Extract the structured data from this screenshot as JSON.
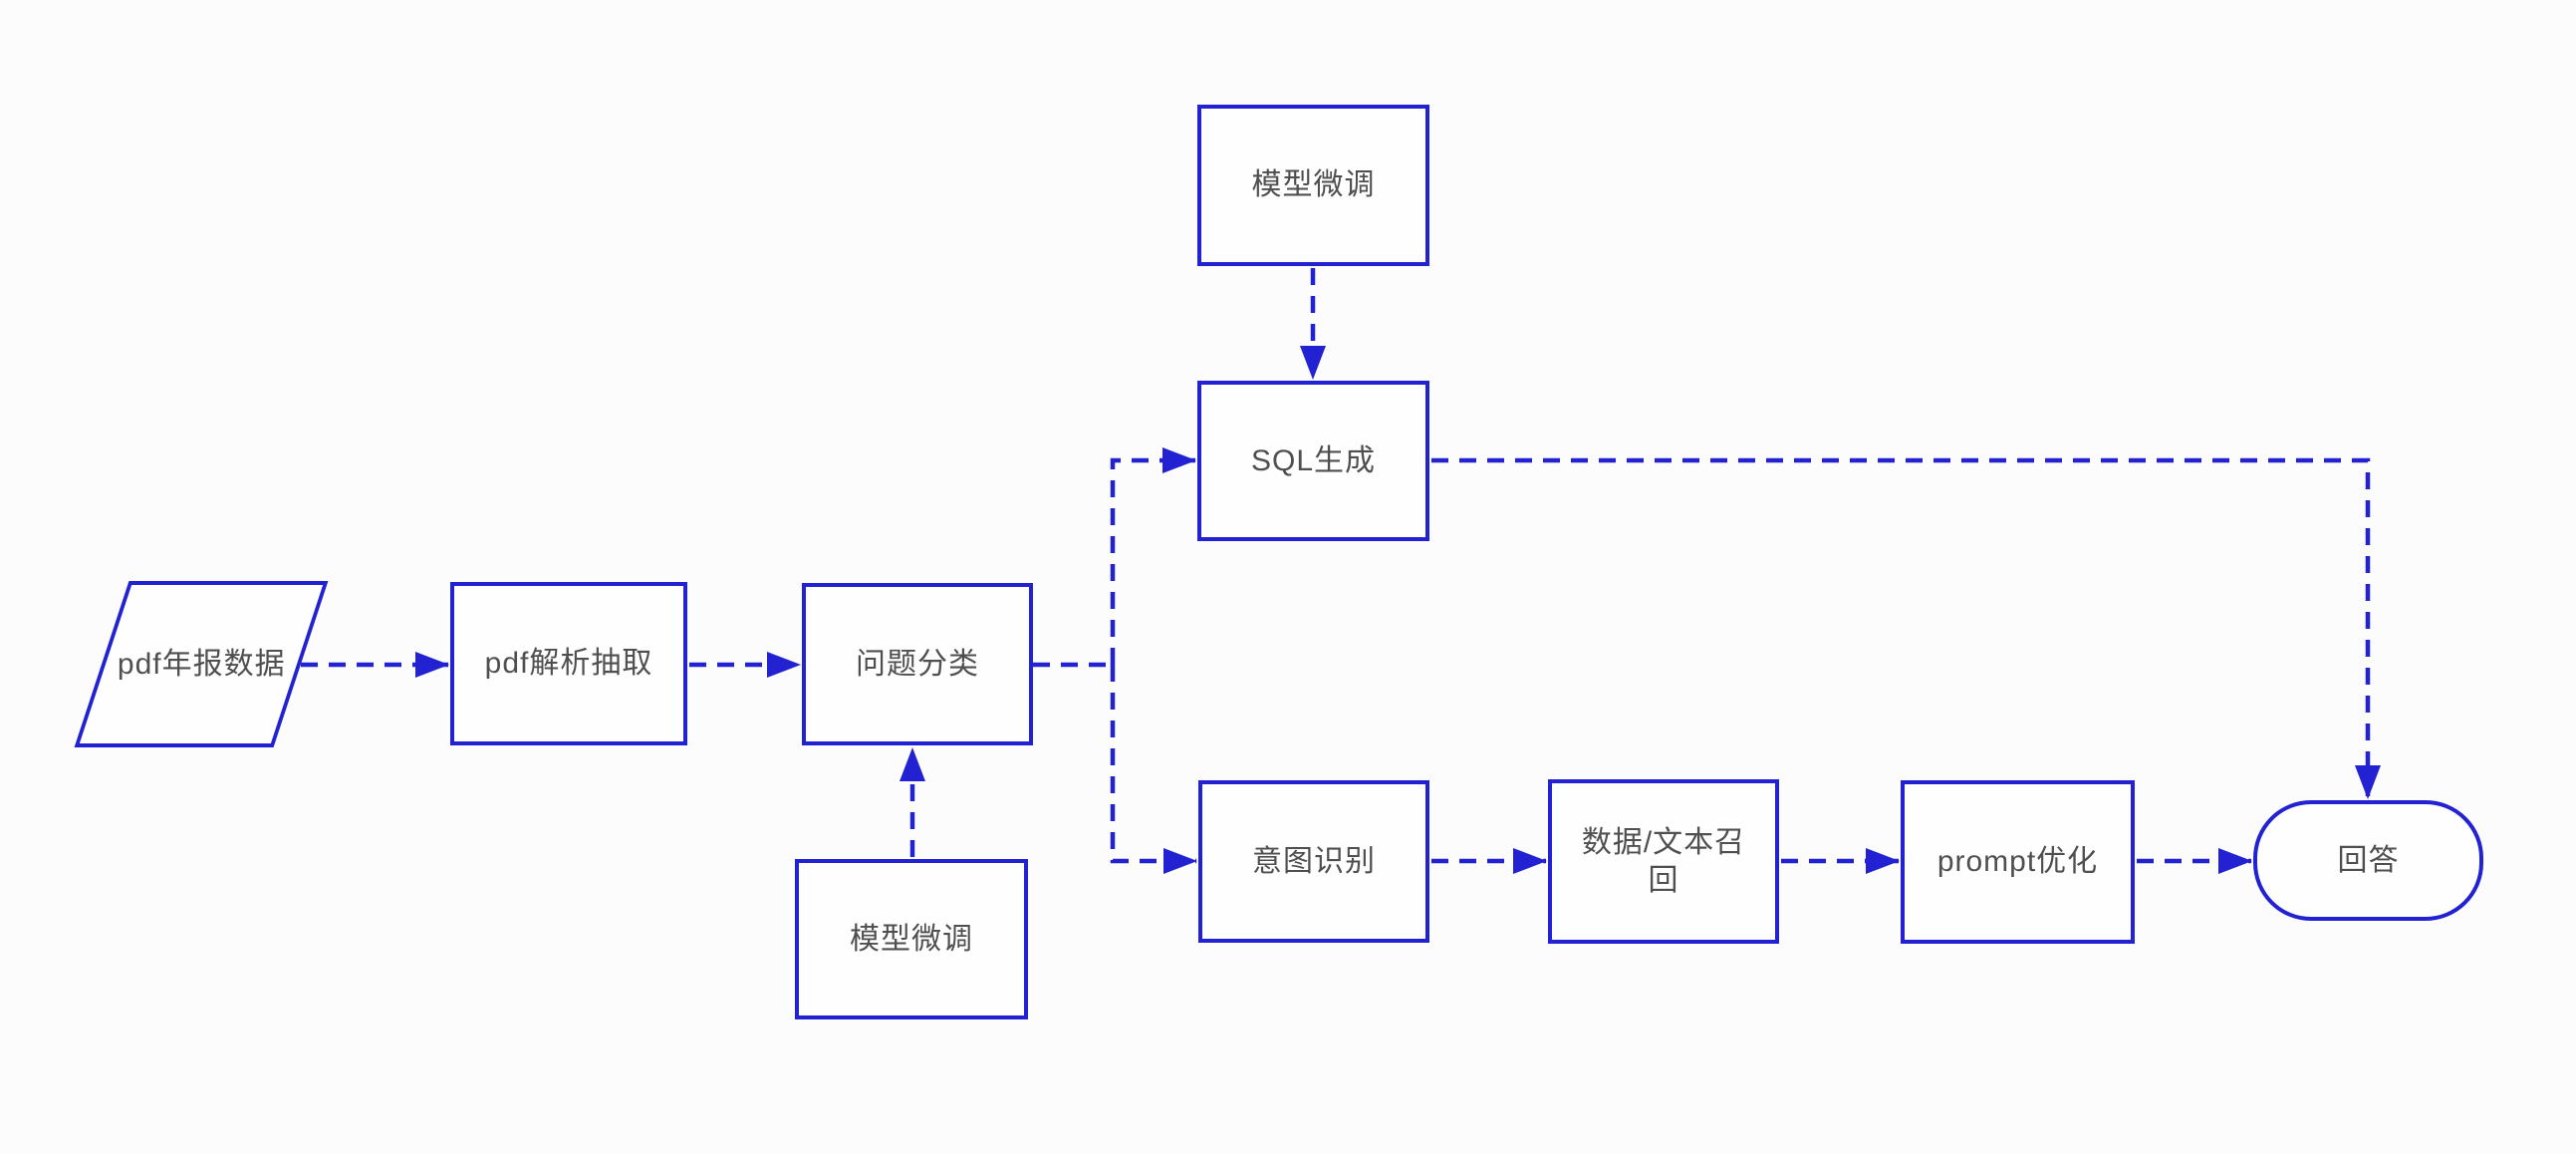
{
  "diagram": {
    "type": "flowchart",
    "colors": {
      "edge_blue": "#2222d2",
      "node_border_blue": "#2222d2",
      "label_gray": "#4f4f4f",
      "background": "#fcfcfc"
    },
    "nodes": [
      {
        "id": "pdf-source",
        "label": "pdf年报数据",
        "shape": "parallelogram"
      },
      {
        "id": "pdf-parse",
        "label": "pdf解析抽取",
        "shape": "rect"
      },
      {
        "id": "question-classify",
        "label": "问题分类",
        "shape": "rect"
      },
      {
        "id": "model-finetune-lower",
        "label": "模型微调",
        "shape": "rect"
      },
      {
        "id": "model-finetune-upper",
        "label": "模型微调",
        "shape": "rect"
      },
      {
        "id": "sql-generate",
        "label": "SQL生成",
        "shape": "rect"
      },
      {
        "id": "intent-recognition",
        "label": "意图识别",
        "shape": "rect"
      },
      {
        "id": "data-text-recall",
        "label": "数据/文本召\n回",
        "shape": "rect"
      },
      {
        "id": "prompt-optimize",
        "label": "prompt优化",
        "shape": "rect"
      },
      {
        "id": "answer",
        "label": "回答",
        "shape": "stadium"
      }
    ],
    "edges": [
      {
        "from": "pdf-source",
        "to": "pdf-parse",
        "style": "dashed-arrow"
      },
      {
        "from": "pdf-parse",
        "to": "question-classify",
        "style": "dashed-arrow"
      },
      {
        "from": "question-classify",
        "to": "sql-generate",
        "style": "dashed-arrow"
      },
      {
        "from": "question-classify",
        "to": "intent-recognition",
        "style": "dashed-arrow"
      },
      {
        "from": "model-finetune-upper",
        "to": "sql-generate",
        "style": "dashed-arrow"
      },
      {
        "from": "model-finetune-lower",
        "to": "question-classify",
        "style": "dashed-arrow"
      },
      {
        "from": "sql-generate",
        "to": "answer",
        "style": "dashed-arrow"
      },
      {
        "from": "intent-recognition",
        "to": "data-text-recall",
        "style": "dashed-arrow"
      },
      {
        "from": "data-text-recall",
        "to": "prompt-optimize",
        "style": "dashed-arrow"
      },
      {
        "from": "prompt-optimize",
        "to": "answer",
        "style": "dashed-arrow"
      }
    ]
  }
}
